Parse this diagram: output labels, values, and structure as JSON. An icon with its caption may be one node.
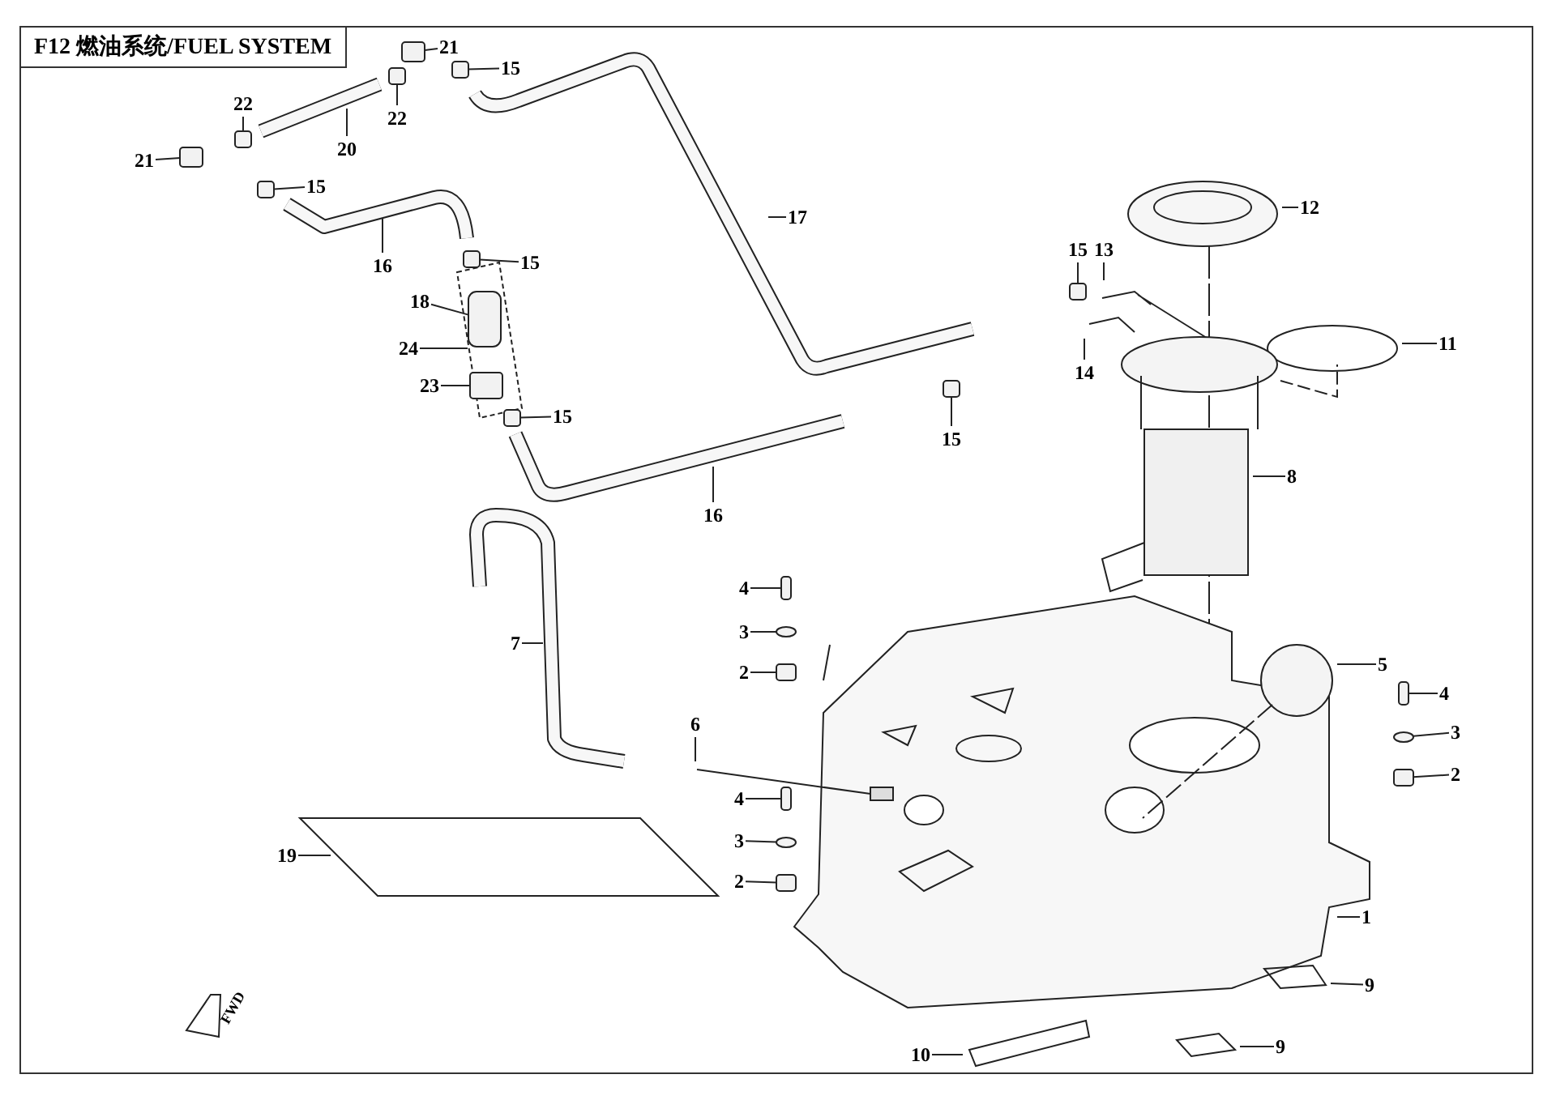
{
  "diagram": {
    "title": "F12 燃油系统/FUEL SYSTEM",
    "nodes": [
      {
        "text": [
          "21"
        ]
      },
      {
        "text": [
          "15"
        ]
      },
      {
        "text": [
          "22"
        ]
      },
      {
        "text": [
          "22"
        ]
      },
      {
        "text": [
          "20"
        ]
      },
      {
        "text": [
          "21"
        ]
      },
      {
        "text": [
          "15"
        ]
      },
      {
        "text": [
          "16"
        ]
      },
      {
        "text": [
          "17"
        ]
      },
      {
        "text": [
          "15"
        ]
      },
      {
        "text": [
          "18"
        ]
      },
      {
        "text": [
          "24"
        ]
      },
      {
        "text": [
          "23"
        ]
      },
      {
        "text": [
          "15"
        ]
      },
      {
        "text": [
          "12"
        ]
      },
      {
        "text": [
          "15"
        ]
      },
      {
        "text": [
          "13"
        ]
      },
      {
        "text": [
          "11"
        ]
      },
      {
        "text": [
          "14"
        ]
      },
      {
        "text": [
          "15"
        ]
      },
      {
        "text": [
          "16"
        ]
      },
      {
        "text": [
          "8"
        ]
      },
      {
        "text": [
          "4"
        ]
      },
      {
        "text": [
          "3"
        ]
      },
      {
        "text": [
          "2"
        ]
      },
      {
        "text": [
          "7"
        ]
      },
      {
        "text": [
          "5"
        ]
      },
      {
        "text": [
          "4"
        ]
      },
      {
        "text": [
          "3"
        ]
      },
      {
        "text": [
          "2"
        ]
      },
      {
        "text": [
          "6"
        ]
      },
      {
        "text": [
          "4"
        ]
      },
      {
        "text": [
          "3"
        ]
      },
      {
        "text": [
          "2"
        ]
      },
      {
        "text": [
          "19"
        ]
      },
      {
        "text": [
          "1"
        ]
      },
      {
        "text": [
          "9"
        ]
      },
      {
        "text": [
          "10"
        ]
      },
      {
        "text": [
          "9"
        ]
      },
      {
        "text": [],
        "shape": "box"
      },
      {
        "text": [],
        "shape": "box"
      },
      {
        "text": [],
        "shape": "box"
      },
      {
        "text": [],
        "shape": "box"
      },
      {
        "text": [],
        "shape": "box"
      },
      {
        "text": [],
        "shape": "box"
      },
      {
        "text": [],
        "shape": "box"
      },
      {
        "text": [],
        "shape": "box"
      },
      {
        "text": [],
        "shape": "box",
        "in": 46
      },
      {
        "text": [],
        "shape": "box"
      },
      {
        "text": [],
        "shape": "box"
      },
      {
        "text": [],
        "shape": "box"
      },
      {
        "text": [],
        "shape": "box"
      },
      {
        "text": [],
        "shape": "ellipse"
      },
      {
        "text": [],
        "shape": "box"
      },
      {
        "text": [],
        "shape": "box"
      },
      {
        "text": [],
        "shape": "ellipse"
      },
      {
        "text": [],
        "shape": "box"
      },
      {
        "text": [],
        "shape": "box"
      },
      {
        "text": [],
        "shape": "ellipse"
      },
      {
        "text": [],
        "shape": "box"
      },
      {
        "text": [],
        "shape": "box",
        "in": 46
      }
    ],
    "edges": [
      {
        "from": 0,
        "to": 39,
        "arrow": "none"
      },
      {
        "from": 1,
        "to": 40,
        "arrow": "none"
      },
      {
        "from": 2,
        "to": 41,
        "arrow": "none"
      },
      {
        "from": 3,
        "to": 42,
        "arrow": "none"
      },
      {
        "from": 4,
        "to": null,
        "arrow": "none"
      },
      {
        "from": 5,
        "to": 43,
        "arrow": "none"
      },
      {
        "from": 6,
        "to": 44,
        "arrow": "none"
      },
      {
        "from": 7,
        "to": null,
        "arrow": "none"
      },
      {
        "from": 8,
        "to": null,
        "arrow": "none"
      },
      {
        "from": 9,
        "to": 45,
        "arrow": "none"
      },
      {
        "from": 10,
        "to": 47,
        "arrow": "none"
      },
      {
        "from": 11,
        "to": 46,
        "arrow": "none"
      },
      {
        "from": 12,
        "to": 60,
        "arrow": "none"
      },
      {
        "from": 13,
        "to": 48,
        "arrow": "none"
      },
      {
        "from": 14,
        "to": null,
        "arrow": "none"
      },
      {
        "from": 15,
        "to": 49,
        "arrow": "none"
      },
      {
        "from": 16,
        "to": null,
        "arrow": "none"
      },
      {
        "from": 17,
        "to": null,
        "arrow": "none"
      },
      {
        "from": 18,
        "to": null,
        "arrow": "none"
      },
      {
        "from": 19,
        "to": 50,
        "arrow": "none"
      },
      {
        "from": 20,
        "to": null,
        "arrow": "none"
      },
      {
        "from": 21,
        "to": null,
        "arrow": "none"
      },
      {
        "from": 22,
        "to": 51,
        "arrow": "none"
      },
      {
        "from": 23,
        "to": 52,
        "arrow": "none"
      },
      {
        "from": 24,
        "to": 53,
        "arrow": "none"
      },
      {
        "from": 25,
        "to": null,
        "arrow": "none"
      },
      {
        "from": 26,
        "to": null,
        "arrow": "none"
      },
      {
        "from": 27,
        "to": 54,
        "arrow": "none"
      },
      {
        "from": 28,
        "to": 55,
        "arrow": "none"
      },
      {
        "from": 29,
        "to": 56,
        "arrow": "none"
      },
      {
        "from": 30,
        "to": null,
        "arrow": "none"
      },
      {
        "from": 31,
        "to": 57,
        "arrow": "none"
      },
      {
        "from": 32,
        "to": 58,
        "arrow": "none"
      },
      {
        "from": 33,
        "to": 59,
        "arrow": "none"
      },
      {
        "from": 34,
        "to": null,
        "arrow": "none"
      },
      {
        "from": 35,
        "to": null,
        "arrow": "none"
      },
      {
        "from": 36,
        "to": null,
        "arrow": "none"
      },
      {
        "from": 37,
        "to": null,
        "arrow": "none"
      },
      {
        "from": 38,
        "to": null,
        "arrow": "none"
      }
    ],
    "labels": [
      "FWD"
    ]
  }
}
